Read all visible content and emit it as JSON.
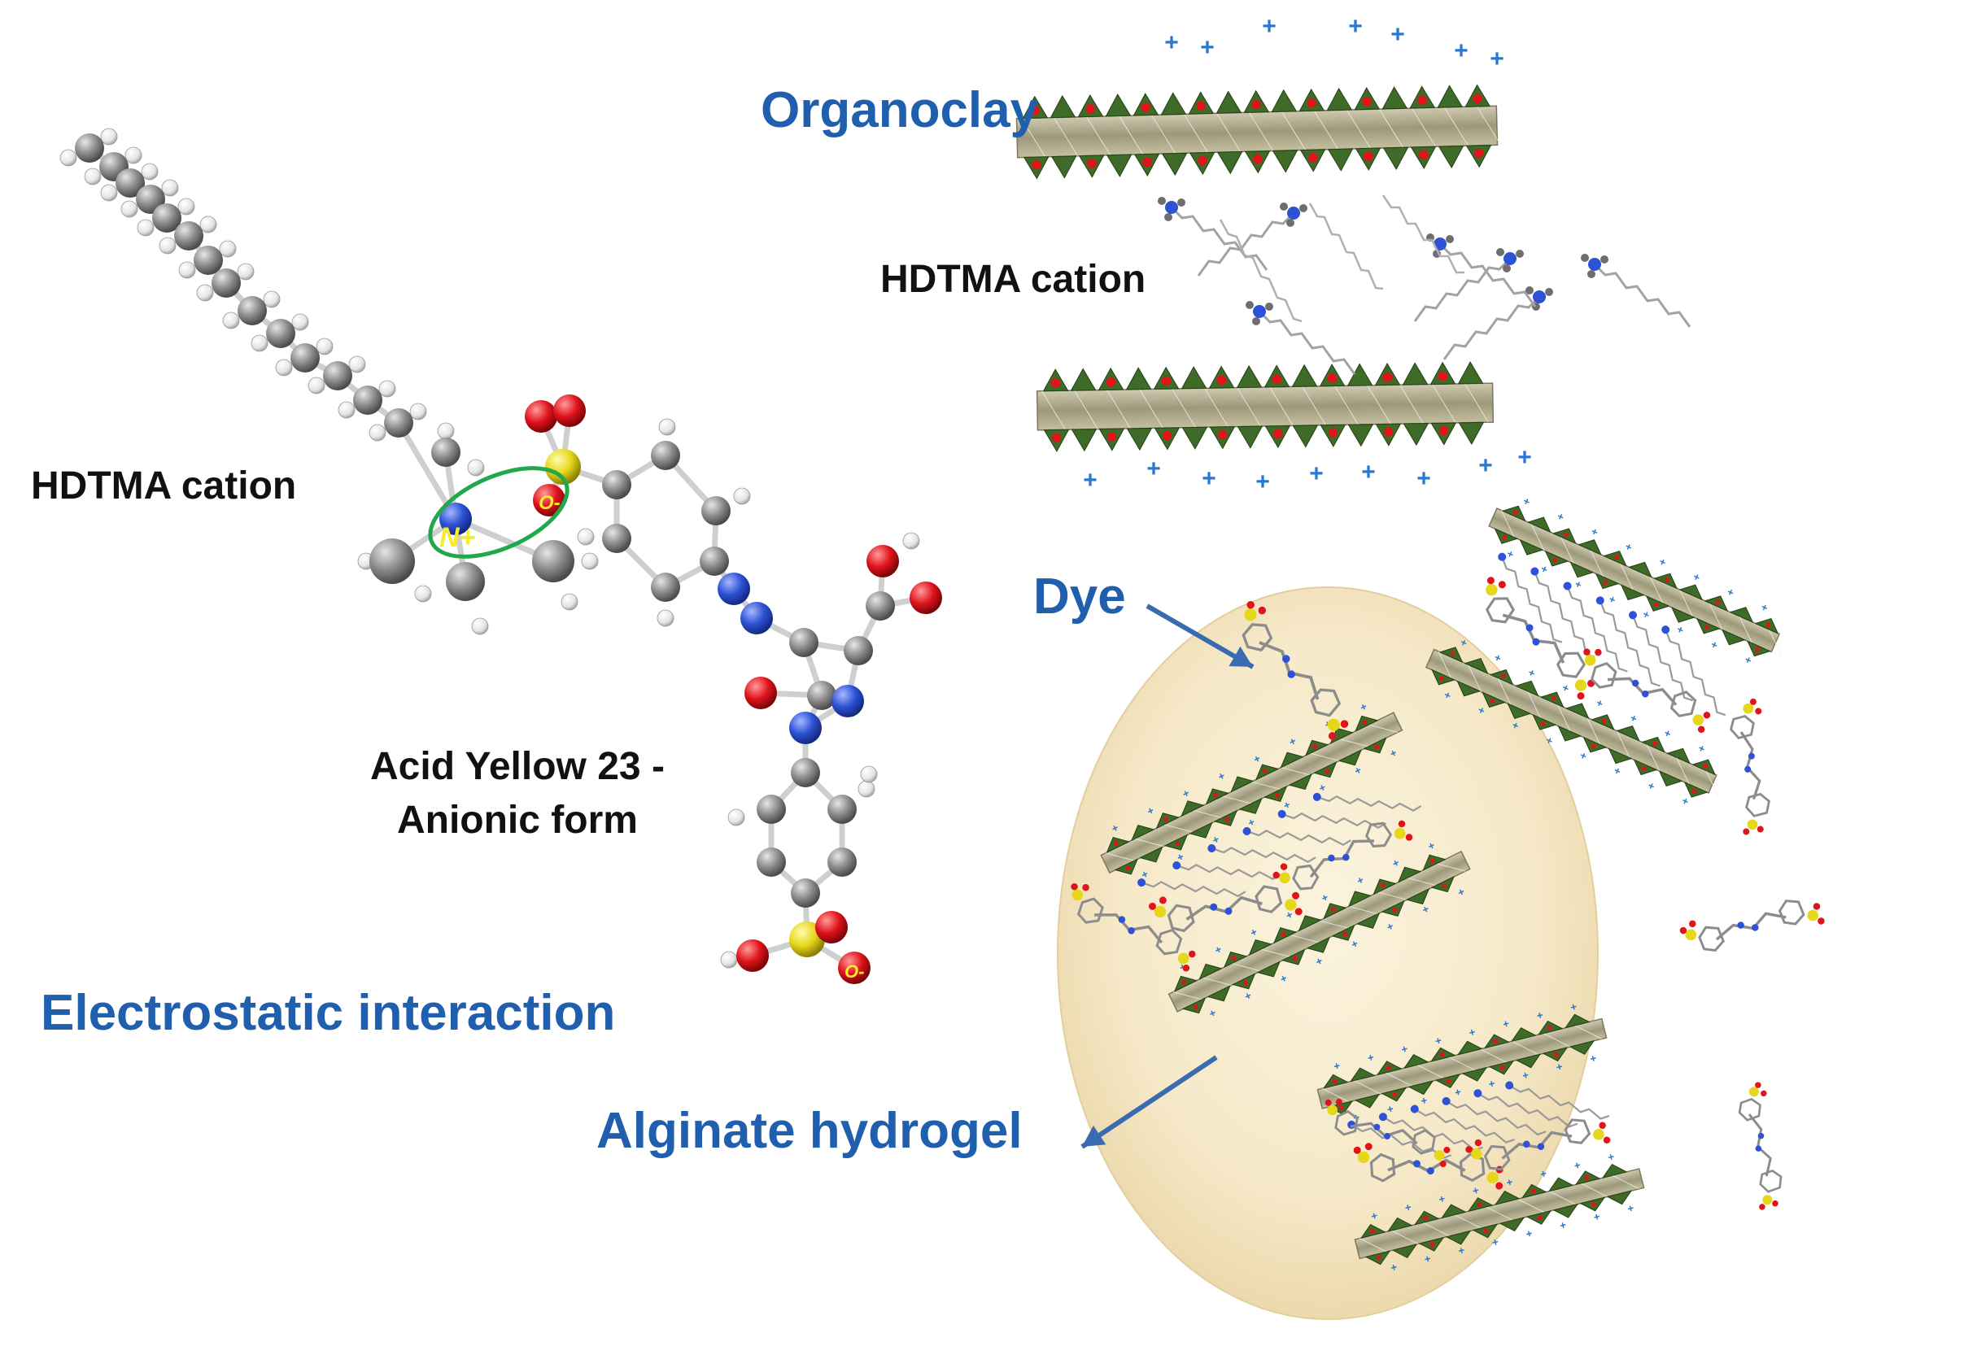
{
  "labels": {
    "organoclay": "Organoclay",
    "hdtma_top": "HDTMA cation",
    "hdtma_left": "HDTMA cation",
    "dye": "Dye",
    "acid_yellow_line1": "Acid Yellow 23 -",
    "acid_yellow_line2": "Anionic form",
    "electrostatic": "Electrostatic interaction",
    "alginate": "Alginate hydrogel"
  },
  "atom_labels": {
    "nitrogen_plus": "N+",
    "oxygen_minus": "O-",
    "oxygen_minus_bottom": "O-"
  },
  "charge_symbol": "+",
  "colors": {
    "label_blue": "#1f5fae",
    "label_black": "#111111",
    "carbon": "#8c8c8c",
    "hydrogen": "#f2f2f2",
    "nitrogen": "#2d52d6",
    "oxygen": "#e0141b",
    "sulfur": "#e6d71a",
    "highlight_ring": "#22a84a",
    "clay_green": "#3e6b27",
    "clay_tan": "#b5b08f",
    "hydrogel_bg": "#f6e9c8",
    "charge_blue": "#2b78d0"
  }
}
